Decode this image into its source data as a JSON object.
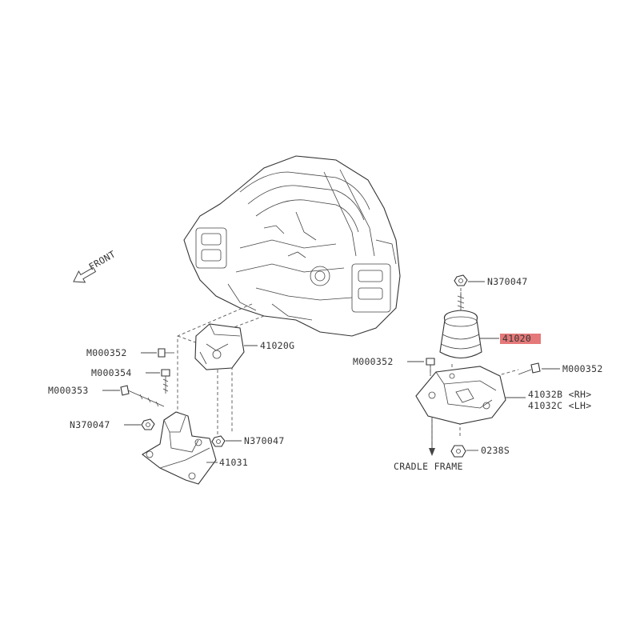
{
  "diagram": {
    "direction_label": "FRONT",
    "labels": {
      "front_left_mount": "41020G",
      "front_bracket": "41031",
      "bolt_m352_left": "M000352",
      "bolt_m354": "M000354",
      "bolt_m353": "M000353",
      "nut_n047_left_a": "N370047",
      "nut_n047_left_b": "N370047",
      "nut_n047_right": "N370047",
      "main_mount": "41020",
      "bolt_m352_right_a": "M000352",
      "bolt_m352_right_b": "M000352",
      "bracket_rh": "41032B <RH>",
      "bracket_lh": "41032C <LH>",
      "nut_0238s": "0238S",
      "cradle_frame": "CRADLE FRAME"
    },
    "highlight_color": "#e06060"
  }
}
